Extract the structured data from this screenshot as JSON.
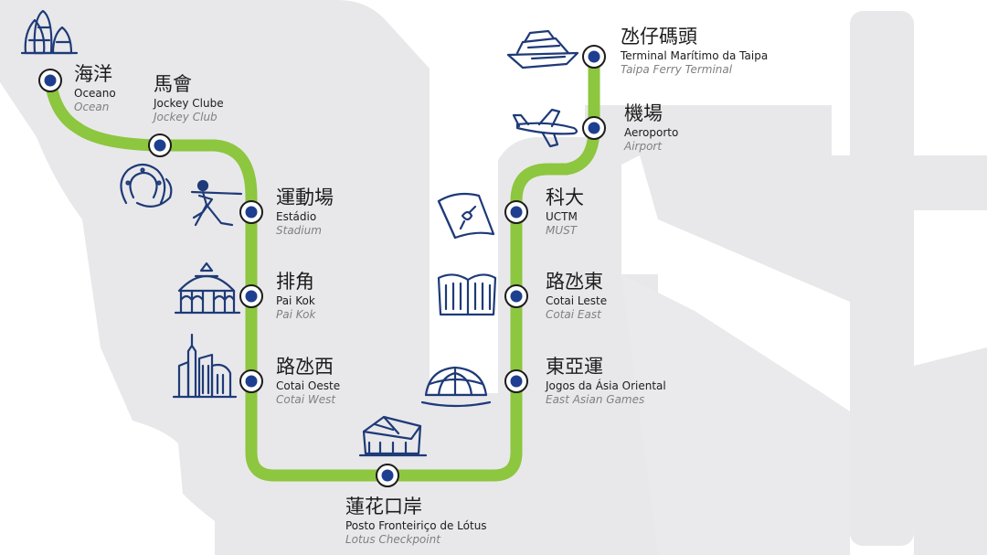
{
  "colors": {
    "route": "#8dc63f",
    "station_fill": "#1e3f8f",
    "station_ring": "#1c1c1c",
    "icon": "#1e3a78",
    "land": "#e8e8ea"
  },
  "stations": [
    {
      "id": "oceano",
      "zh": "海洋",
      "pt": "Oceano",
      "en": "Ocean",
      "icon": "ocean-gardens-towers-icon"
    },
    {
      "id": "jockey-club",
      "zh": "馬會",
      "pt": "Jockey Clube",
      "en": "Jockey Club",
      "icon": "horseshoe-icon"
    },
    {
      "id": "estadio",
      "zh": "運動場",
      "pt": "Estádio",
      "en": "Stadium",
      "icon": "athlete-icon"
    },
    {
      "id": "pai-kok",
      "zh": "排角",
      "pt": "Pai Kok",
      "en": "Pai Kok",
      "icon": "pavilion-icon"
    },
    {
      "id": "cotai-oeste",
      "zh": "路氹西",
      "pt": "Cotai Oeste",
      "en": "Cotai West",
      "icon": "skyscrapers-icon"
    },
    {
      "id": "lotus",
      "zh": "蓮花口岸",
      "pt": "Posto Fronteiriço de Lótus",
      "en": "Lotus Checkpoint",
      "icon": "checkpoint-building-icon"
    },
    {
      "id": "east-asian-games",
      "zh": "東亞運",
      "pt": "Jogos da Ásia Oriental",
      "en": "East Asian Games",
      "icon": "dome-icon"
    },
    {
      "id": "cotai-leste",
      "zh": "路氹東",
      "pt": "Cotai Leste",
      "en": "Cotai East",
      "icon": "open-book-building-icon"
    },
    {
      "id": "uctm",
      "zh": "科大",
      "pt": "UCTM",
      "en": "MUST",
      "icon": "flag-icon"
    },
    {
      "id": "aeroporto",
      "zh": "機場",
      "pt": "Aeroporto",
      "en": "Airport",
      "icon": "airplane-icon"
    },
    {
      "id": "ferry-terminal",
      "zh": "氹仔碼頭",
      "pt": "Terminal Marítimo da Taipa",
      "en": "Taipa Ferry Terminal",
      "icon": "ferry-icon"
    }
  ]
}
